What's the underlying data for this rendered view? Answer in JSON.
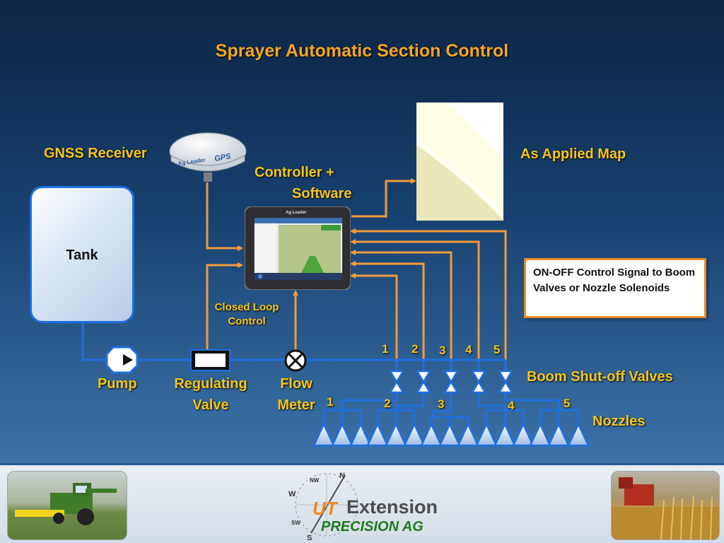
{
  "title": "Sprayer Automatic Section Control",
  "labels": {
    "gnss": "GNSS Receiver",
    "controller_line1": "Controller +",
    "controller_line2": "Software",
    "as_applied": "As Applied Map",
    "tank": "Tank",
    "closed_loop_line1": "Closed Loop",
    "closed_loop_line2": "Control",
    "pump": "Pump",
    "regulating_line1": "Regulating",
    "regulating_line2": "Valve",
    "flow_line1": "Flow",
    "flow_line2": "Meter",
    "boom_valves": "Boom Shut-off Valves",
    "nozzles": "Nozzles"
  },
  "callout": "ON-OFF  Control Signal to Boom Valves or Nozzle Solenoids",
  "section_numbers": [
    "1",
    "2",
    "3",
    "4",
    "5"
  ],
  "nozzle_group_numbers": [
    "1",
    "2",
    "3",
    "4",
    "5"
  ],
  "gps_brand": "Ag Leader",
  "gps_model": "GPS",
  "display_brand": "Ag Leader",
  "footer": {
    "brand_mark": "UT",
    "extension": "Extension",
    "precision": "PRECISION AG",
    "compass": [
      "N",
      "NW",
      "W",
      "SW",
      "S"
    ]
  },
  "colors": {
    "title": "#f5a623",
    "label": "#f5c518",
    "signal_line": "#f39a3a",
    "fluid_line": "#1f6fe0",
    "brand_green": "#1f7a1f"
  }
}
